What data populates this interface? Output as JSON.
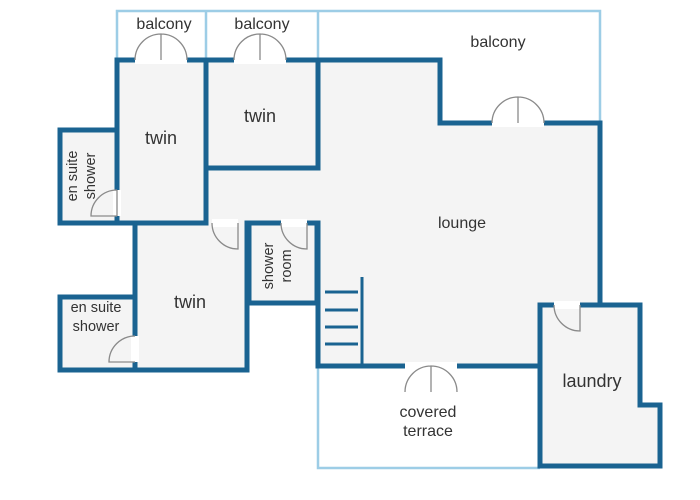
{
  "rooms": {
    "balcony_left": "balcony",
    "balcony_mid": "balcony",
    "balcony_right": "balcony",
    "twin_upper_left": "twin",
    "twin_upper_mid": "twin",
    "twin_lower": "twin",
    "ensuite_upper": [
      "en suite",
      "shower"
    ],
    "ensuite_lower": [
      "en suite",
      "shower"
    ],
    "shower_room": [
      "shower",
      "room"
    ],
    "lounge": "lounge",
    "laundry": "laundry",
    "terrace": [
      "covered",
      "terrace"
    ]
  },
  "colors": {
    "wall": "#1a6391",
    "outline": "#9dcde6",
    "floor": "#f4f4f4",
    "text": "#333333"
  }
}
